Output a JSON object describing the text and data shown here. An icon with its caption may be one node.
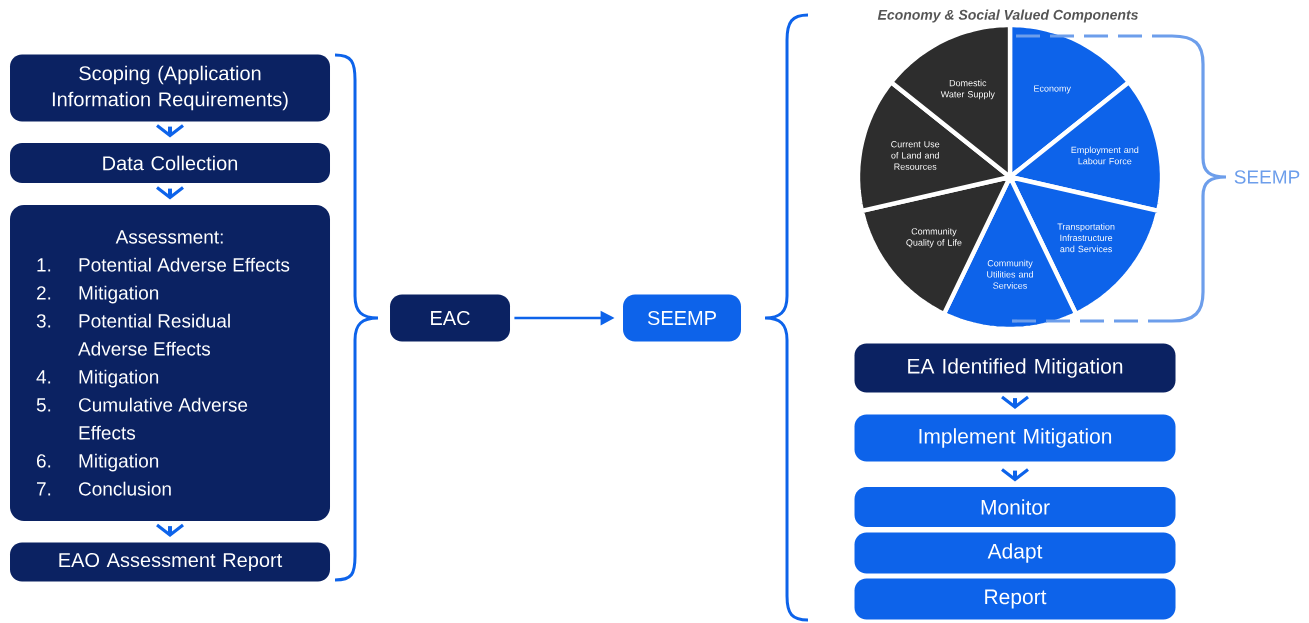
{
  "diagram": {
    "nodes": [
      {
        "text": [
          "Scoping (Application Information Requirements)"
        ]
      },
      {
        "text": [
          "Data Collection"
        ]
      },
      {
        "text": [
          "Assessment:",
          "1.",
          "Potential Adverse Effects",
          "2.",
          "Mitigation",
          "3.",
          "Potential Residual Adverse Effects",
          "4.",
          "Mitigation",
          "5.",
          "Cumulative Adverse Effects",
          "6.",
          "Mitigation",
          "7.",
          "Conclusion"
        ]
      },
      {
        "text": [
          "EAO Assessment Report"
        ]
      },
      {
        "text": [
          "EAC"
        ]
      },
      {
        "text": [
          "SEEMP"
        ]
      },
      {
        "text": [
          "Economy"
        ]
      },
      {
        "text": [
          "Employment and Labour Force"
        ]
      },
      {
        "text": [
          "Transportation Infrastructure and Services"
        ]
      },
      {
        "text": [
          "Community Utilities and Services"
        ]
      },
      {
        "text": [
          "Community Quality of Life"
        ]
      },
      {
        "text": [
          "Current Use of Land and Resources"
        ]
      },
      {
        "text": [
          "Domestic Water Supply"
        ]
      },
      {
        "text": [
          "EA Identified Mitigation"
        ]
      },
      {
        "text": [
          "Implement Mitigation"
        ]
      },
      {
        "text": [
          "Monitor"
        ]
      },
      {
        "text": [
          "Adapt"
        ]
      },
      {
        "text": [
          "Report"
        ]
      }
    ],
    "edges": [
      {
        "from": 0,
        "to": 1,
        "arrow": "to"
      },
      {
        "from": 1,
        "to": 2,
        "arrow": "to"
      },
      {
        "from": 2,
        "to": 3,
        "arrow": "to"
      },
      {
        "from": 4,
        "to": 5,
        "arrow": "to"
      },
      {
        "from": 13,
        "to": 14,
        "arrow": "to"
      },
      {
        "from": 14,
        "to": 15,
        "arrow": "to"
      }
    ],
    "labels": [
      "Economy & Social Valued Components",
      "SEEMP"
    ]
  }
}
